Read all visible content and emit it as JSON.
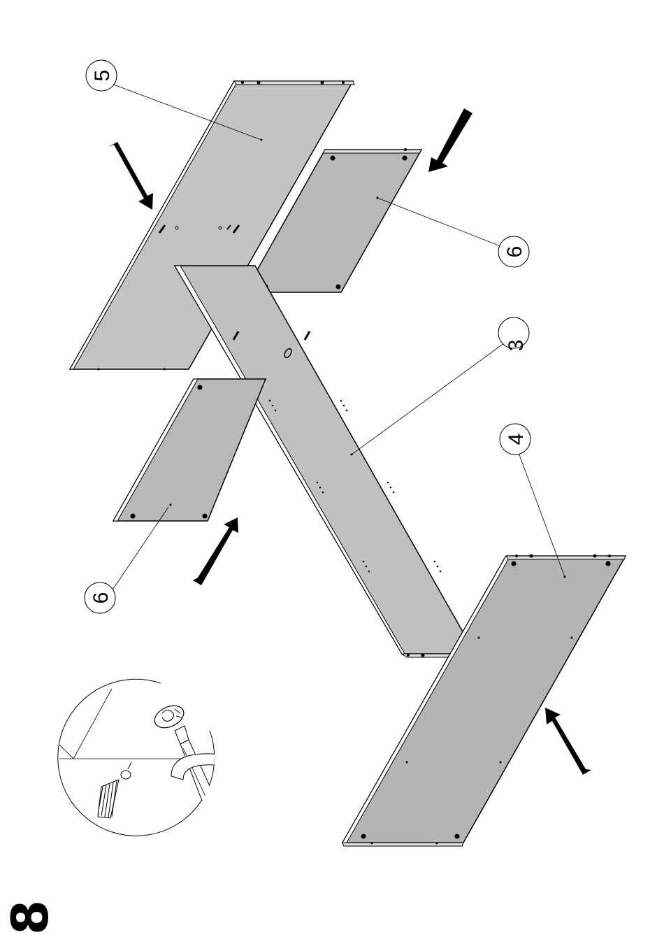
{
  "step": {
    "number": "8"
  },
  "parts": {
    "label_5": "5",
    "label_6_top": "6",
    "label_3": "3",
    "label_4": "4",
    "label_6_bottom": "6"
  },
  "colors": {
    "panel": "#c3c3c3",
    "panel_dark": "#b4b4b4",
    "edge": "#000000",
    "arrow": "#000000"
  },
  "icons": {
    "arrows": "assembly-direction-arrow",
    "detail": "cam-lock-screwdriver-detail"
  }
}
